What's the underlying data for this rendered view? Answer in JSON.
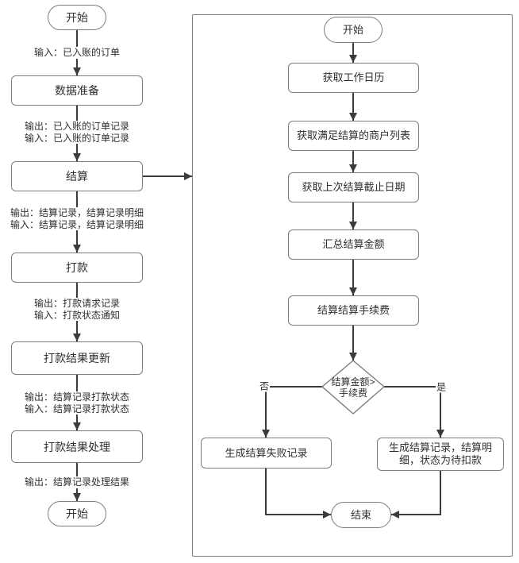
{
  "colors": {
    "background": "#ffffff",
    "connector_line": "#3b3b3b",
    "shape_border": "#7d7d7d",
    "text": "#2f2f2f"
  },
  "left_flow": {
    "start_label": "开始",
    "end_label": "开始",
    "nodes": {
      "prepare": "数据准备",
      "settle": "结算",
      "pay": "打款",
      "pay_result_update": "打款结果更新",
      "pay_result_handle": "打款结果处理"
    },
    "edges": {
      "e1_in": "输入：已入账的订单",
      "e2_out": "输出：已入账的订单记录",
      "e2_in": "输入：已入账的订单记录",
      "e3_out": "输出：结算记录，结算记录明细",
      "e3_in": "输入：结算记录，结算记录明细",
      "e4_out": "输出：打款请求记录",
      "e4_in": "输入：打款状态通知",
      "e5_out": "输出：结算记录打款状态",
      "e5_in": "输入：结算记录打款状态",
      "e6_out": "输出：结算记录处理结果"
    }
  },
  "right_flow": {
    "start_label": "开始",
    "end_label": "结束",
    "nodes": {
      "get_calendar": "获取工作日历",
      "get_merchants": "获取满足结算的商户列表",
      "get_last_cutoff": "获取上次结算截止日期",
      "sum_amount": "汇总结算金额",
      "settle_fee": "结算结算手续费",
      "fail_record": "生成结算失败记录",
      "success_record": "生成结算记录，结算明细，状态为待扣款"
    },
    "decision": {
      "line1": "结算金额>",
      "line2": "手续费",
      "branch_no": "否",
      "branch_yes": "是"
    }
  }
}
